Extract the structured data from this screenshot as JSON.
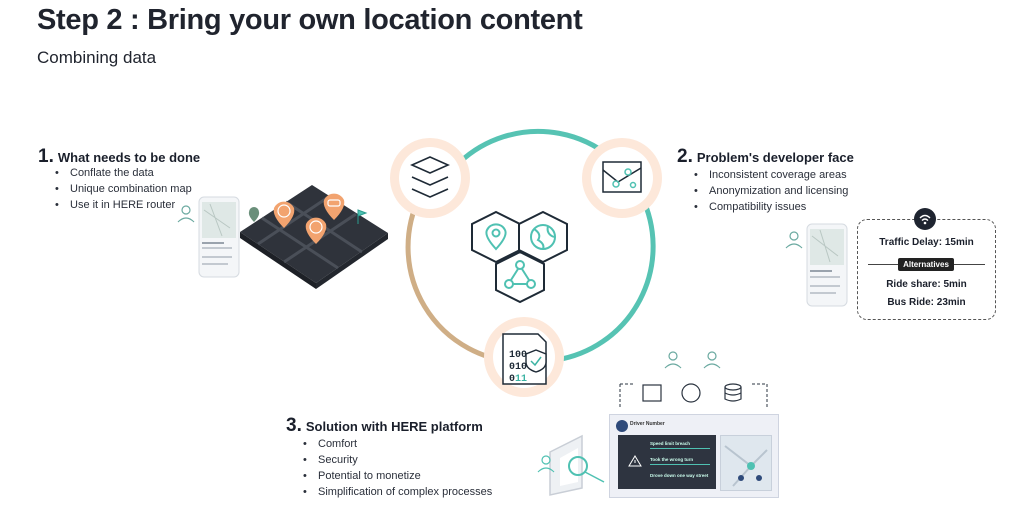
{
  "header": {
    "title": "Step 2 : Bring your own location content",
    "subtitle": "Combining data"
  },
  "step1": {
    "number": "1.",
    "heading": "What needs to be done",
    "items": [
      "Conflate the data",
      "Unique combination map",
      "Use it in HERE router"
    ]
  },
  "step2": {
    "number": "2.",
    "heading": "Problem's developer face",
    "items": [
      "Inconsistent coverage areas",
      "Anonymization and licensing",
      "Compatibility issues"
    ]
  },
  "step3": {
    "number": "3.",
    "heading": "Solution with HERE platform",
    "items": [
      "Comfort",
      "Security",
      "Potential to monetize",
      "Simplification of complex processes"
    ]
  },
  "callout": {
    "traffic": "Traffic Delay: 15min",
    "alternatives": "Alternatives",
    "ride_share": "Ride share: 5min",
    "bus_ride": "Bus Ride: 23min"
  },
  "binary": {
    "l1": "100",
    "l2": "010",
    "l3a": "0",
    "l3b": "11"
  },
  "dashboard": {
    "driver": "Driver Number",
    "row1": "Speed limit breach",
    "row2": "Took the wrong turn",
    "row3": "Drove down one way street"
  },
  "colors": {
    "teal": "#4fc1b2",
    "tan": "#c9a57a",
    "orange": "#f2a36f",
    "peach": "#fbe3d3",
    "dark": "#20242e"
  }
}
